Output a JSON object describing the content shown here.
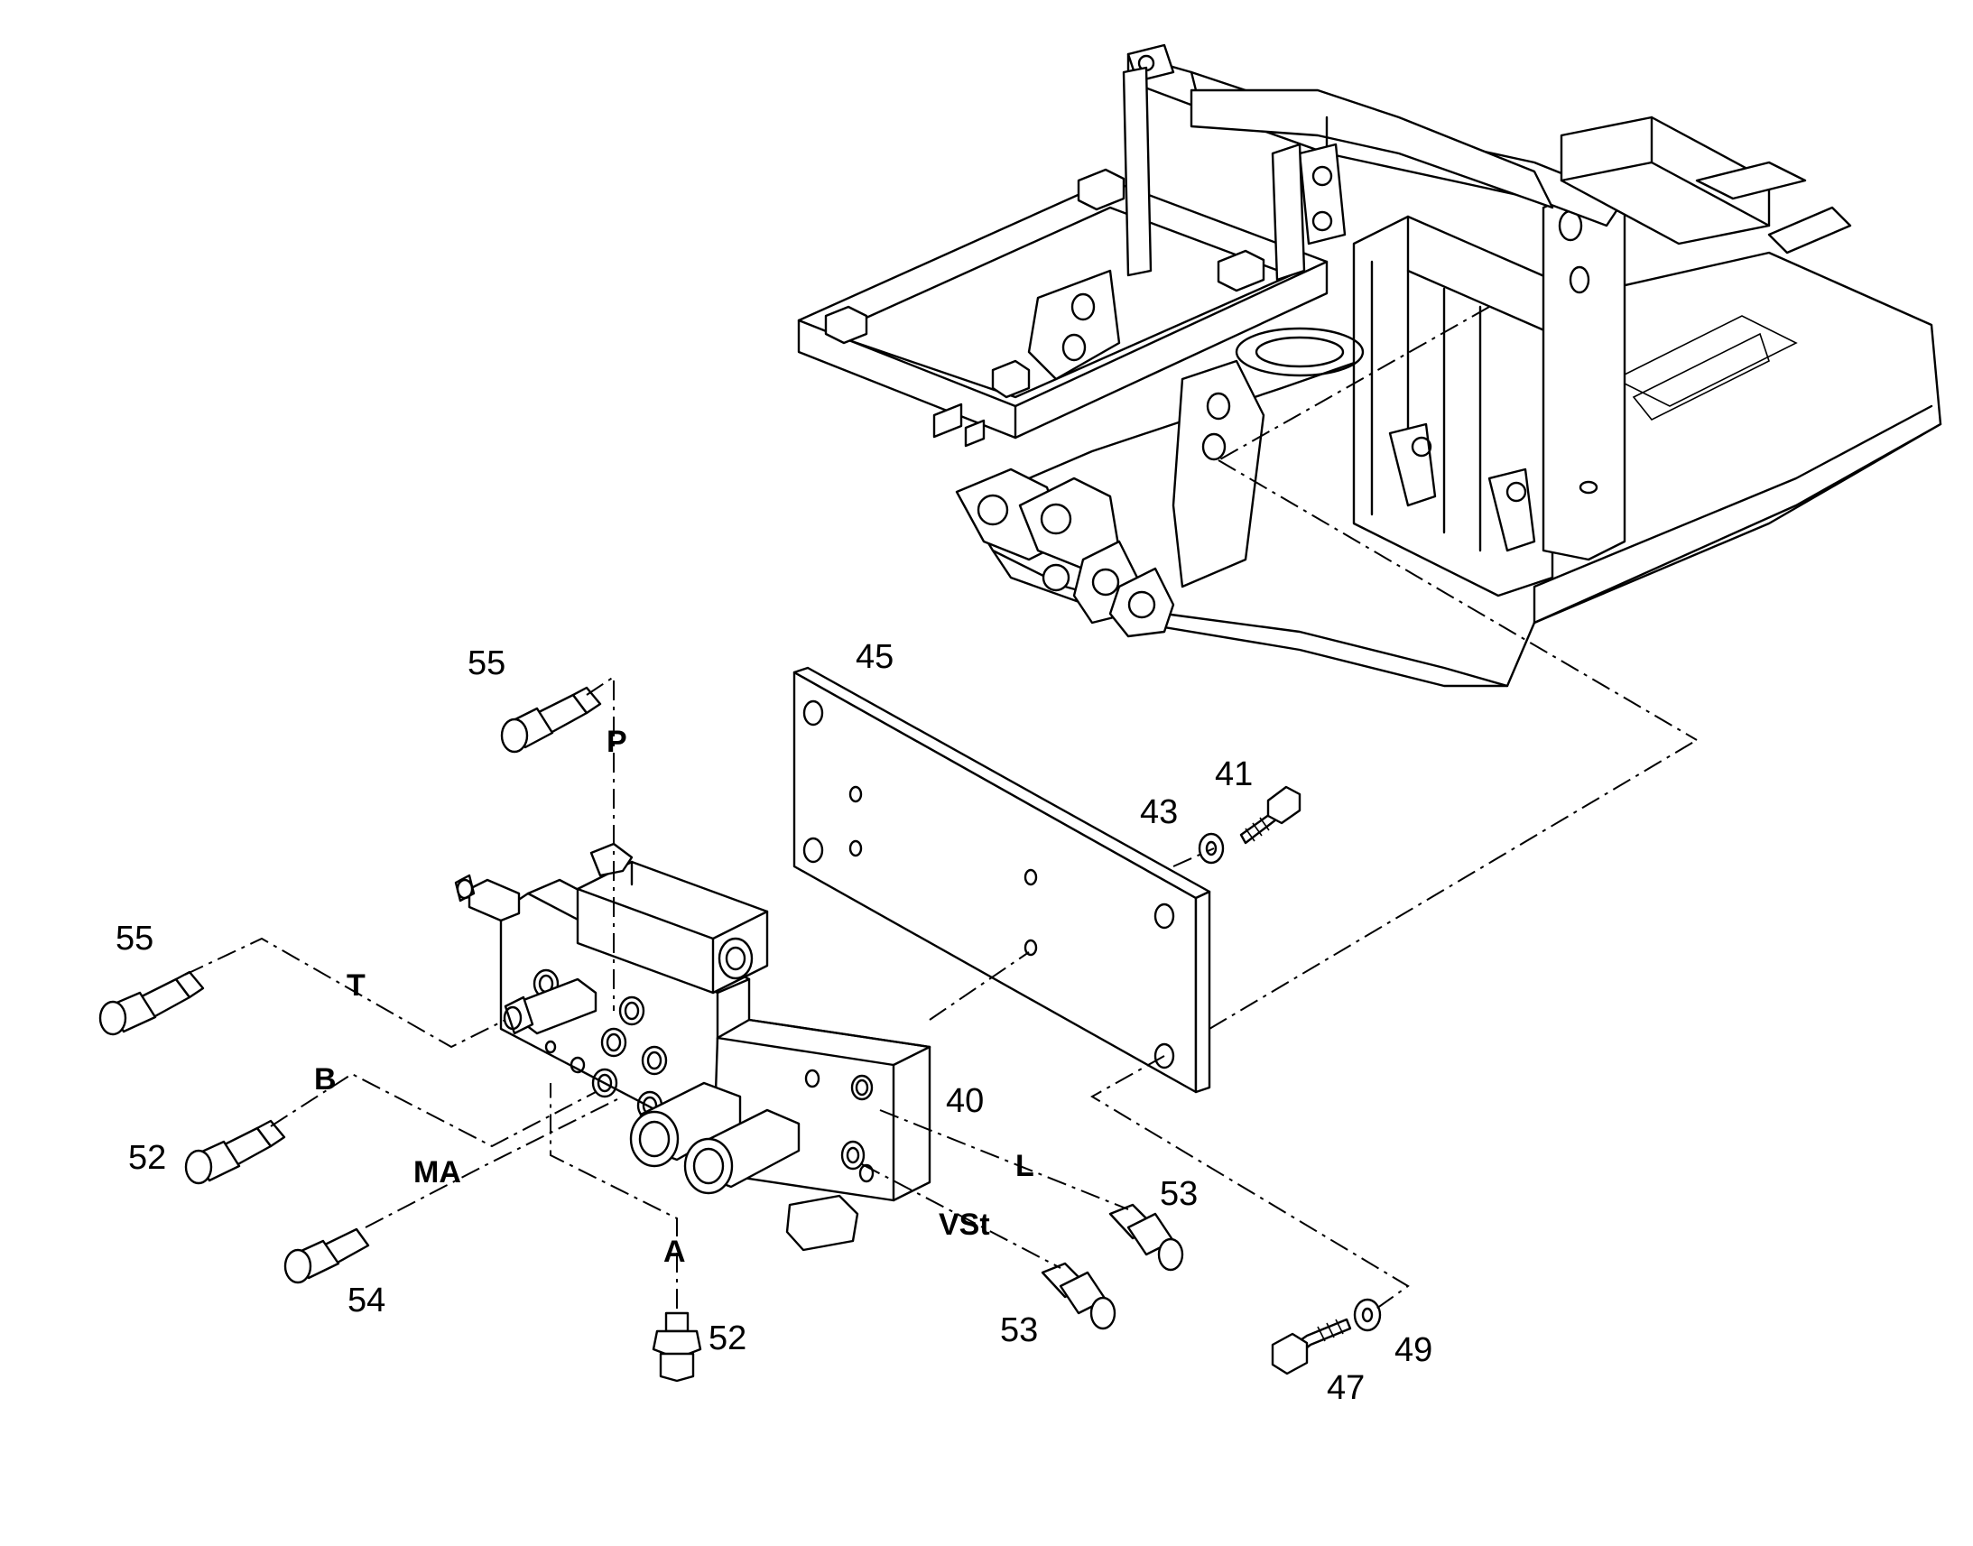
{
  "diagram": {
    "callouts": {
      "c55_top": "55",
      "c55_left": "55",
      "c45": "45",
      "c41": "41",
      "c43": "43",
      "c40": "40",
      "c52_left": "52",
      "c52_bottom": "52",
      "c54": "54",
      "c53_right": "53",
      "c53_bottom": "53",
      "c49": "49",
      "c47": "47"
    },
    "ports": {
      "p": "P",
      "t": "T",
      "b": "B",
      "ma": "MA",
      "a": "A",
      "l": "L",
      "vst": "VSt"
    }
  }
}
